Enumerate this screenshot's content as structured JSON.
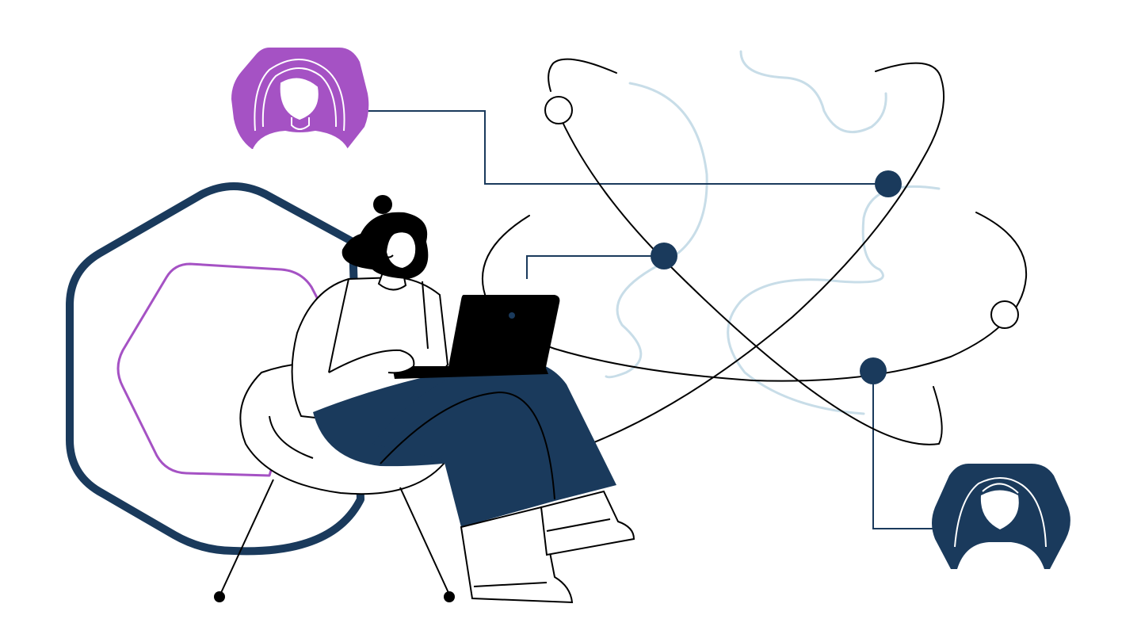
{
  "scene": {
    "colors": {
      "navy": "#1a3a5c",
      "purple": "#a552c4",
      "light_blue": "#c8dde8",
      "ink": "#000000",
      "paper": "#ffffff"
    },
    "elements": [
      "large-hexagon-frame",
      "small-hexagon-frame",
      "woman-avatar-hexagon",
      "man-avatar-hexagon",
      "network-orbits",
      "network-nodes",
      "connector-lines",
      "person-with-laptop",
      "lounge-chair"
    ]
  }
}
